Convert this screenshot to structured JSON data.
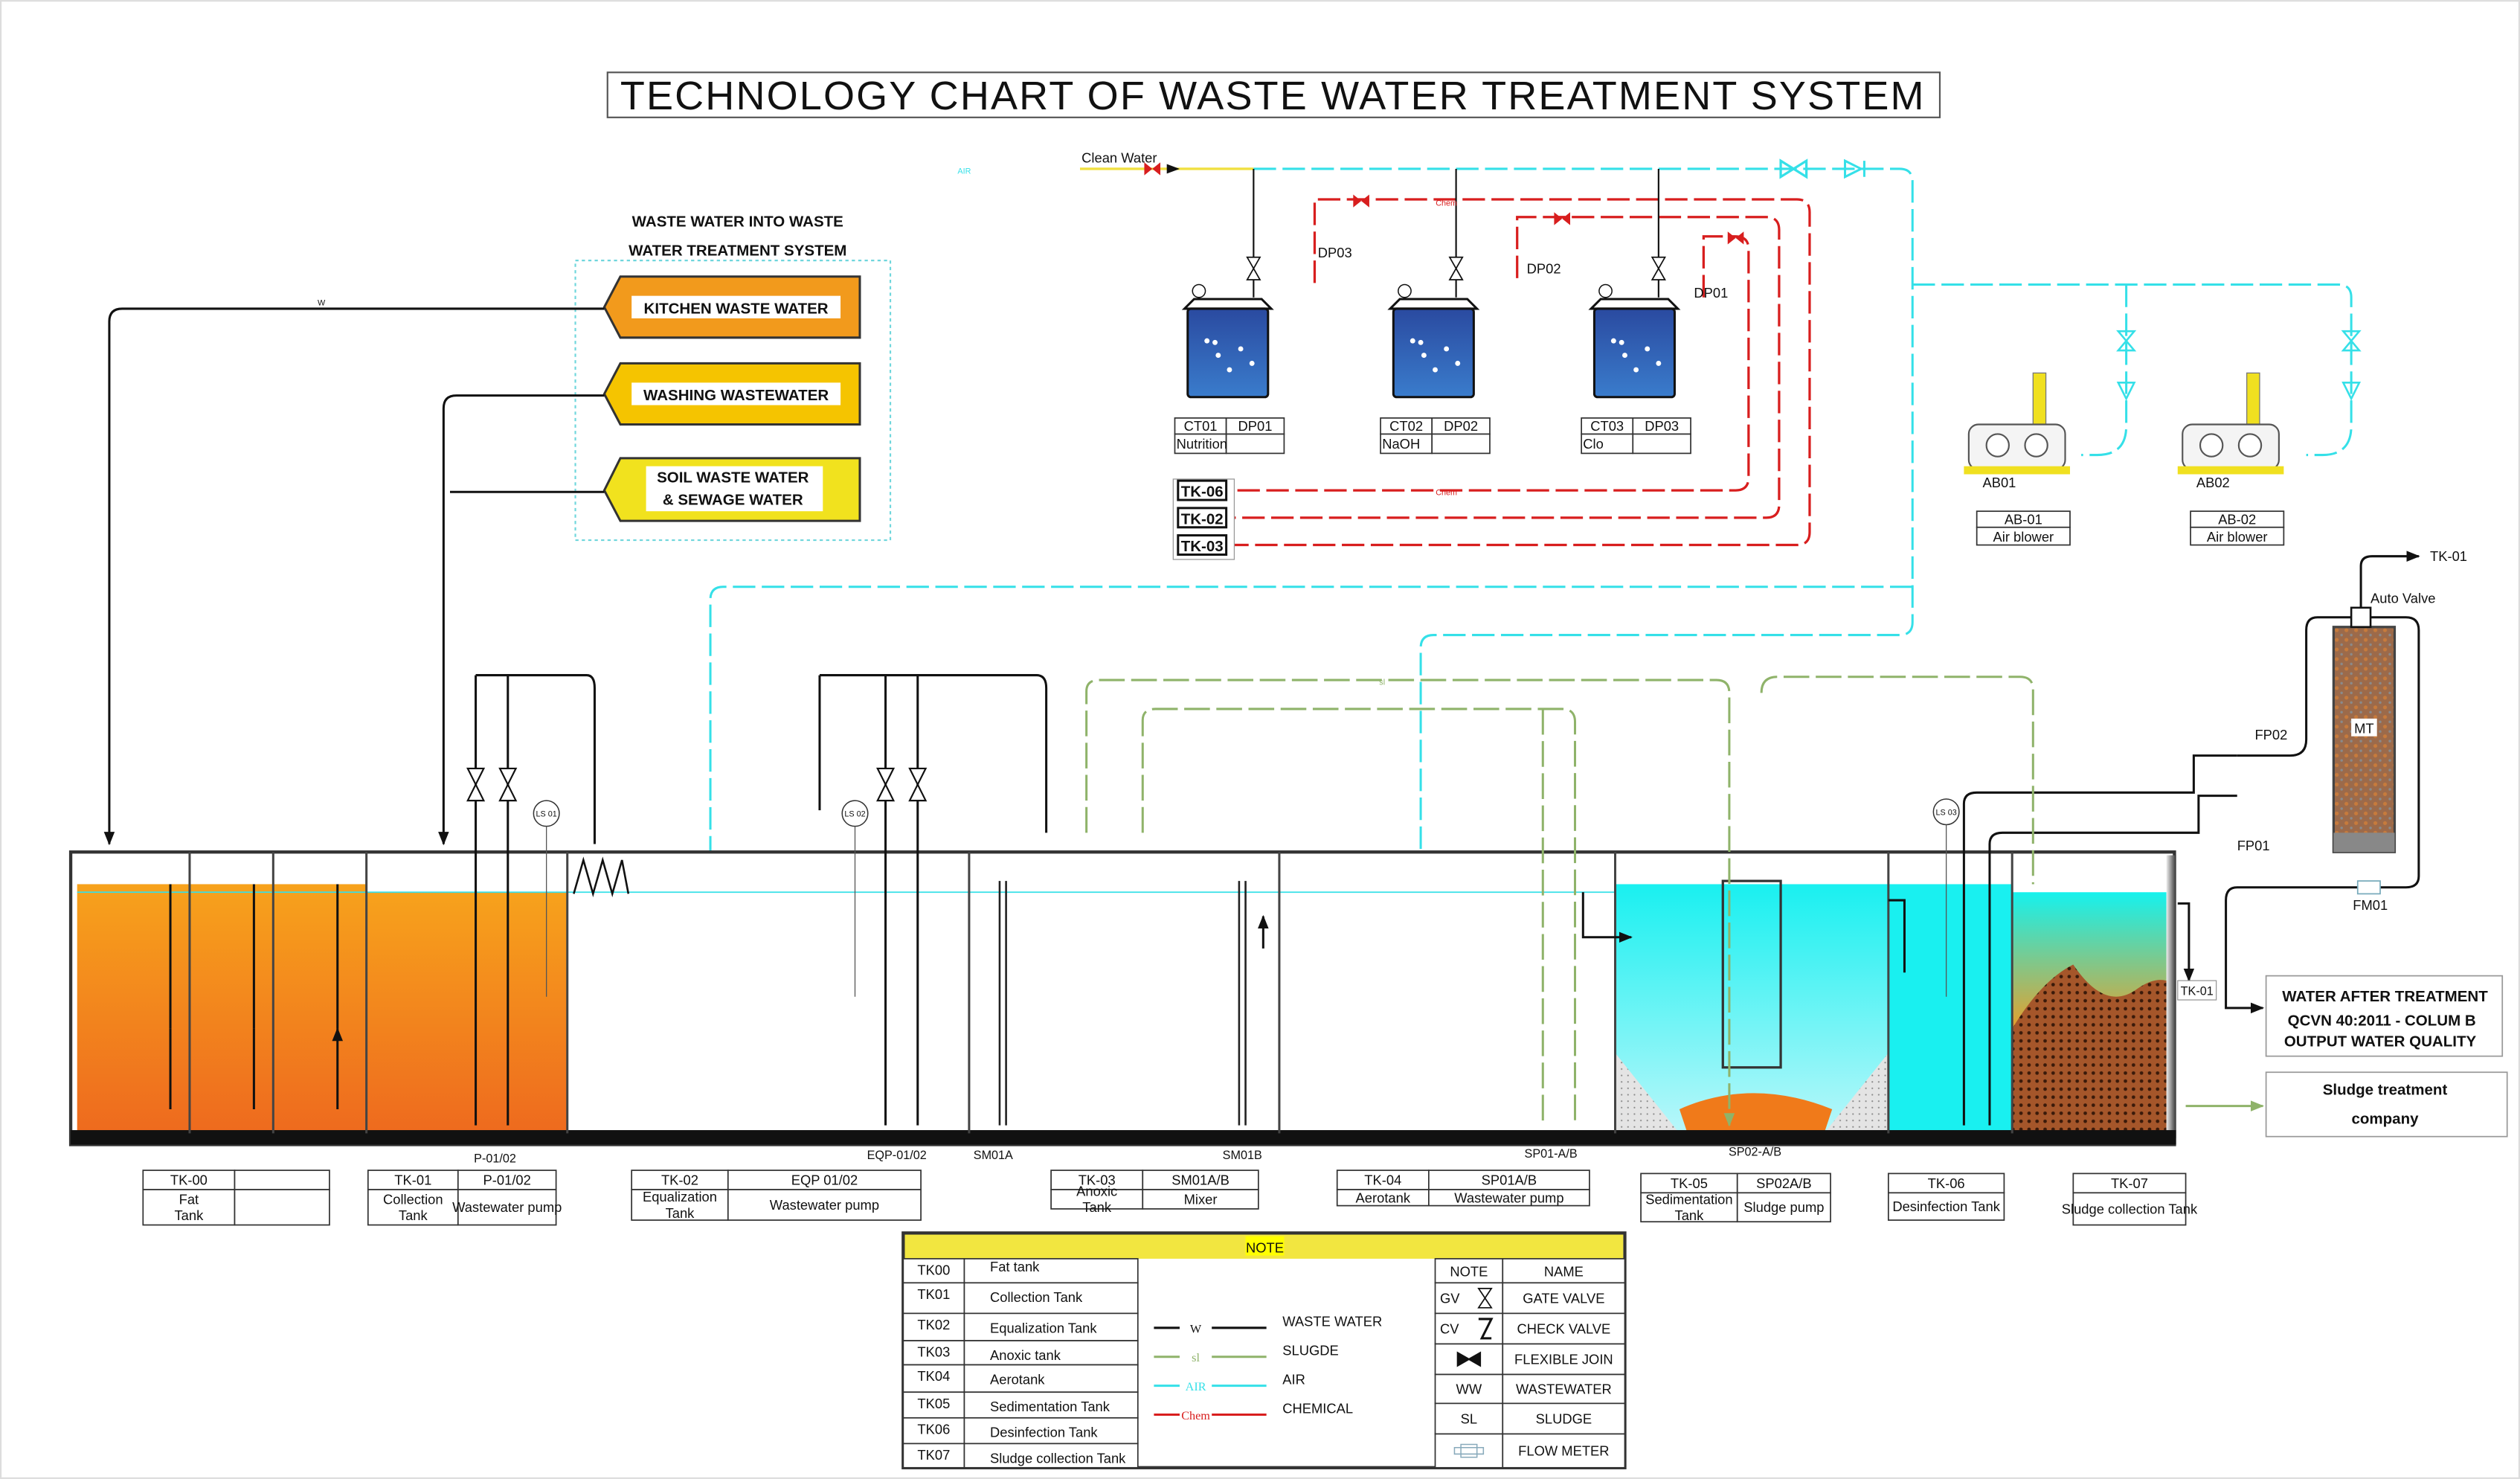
{
  "title": "TECHNOLOGY CHART OF WASTE WATER TREATMENT SYSTEM",
  "inlet": {
    "heading_line1": "WASTE WATER INTO WASTE",
    "heading_line2": "WATER TREATMENT SYSTEM",
    "sources": [
      "KITCHEN WASTE WATER",
      "WASHING WASTEWATER",
      "SOIL WASTE WATER",
      "& SEWAGE WATER"
    ]
  },
  "clean_water_label": "Clean Water",
  "dosing": {
    "pumps": [
      "DP03",
      "DP02",
      "DP01"
    ],
    "tanks": [
      {
        "code": "CT01",
        "pump": "DP01",
        "chemical": "Nutrition"
      },
      {
        "code": "CT02",
        "pump": "DP02",
        "chemical": "NaOH"
      },
      {
        "code": "CT03",
        "pump": "DP03",
        "chemical": "Clo"
      }
    ],
    "targets": [
      "TK-06",
      "TK-02",
      "TK-03"
    ]
  },
  "blowers": [
    {
      "tag": "AB01",
      "code": "AB-01",
      "name": "Air blower"
    },
    {
      "tag": "AB02",
      "code": "AB-02",
      "name": "Air blower"
    }
  ],
  "pipe_labels": {
    "waste": "W",
    "sludge": "sl",
    "air": "AIR",
    "chemical": "Chem"
  },
  "level_switches": [
    "LS 01",
    "LS 02",
    "LS 03"
  ],
  "equipment_labels": {
    "p01": "P-01/02",
    "eqp": "EQP-01/02",
    "sm01a": "SM01A",
    "sm01b": "SM01B",
    "sp01": "SP01-A/B",
    "sp02": "SP02-A/B",
    "tk01_return": "TK-01"
  },
  "filter": {
    "tk01_out": "TK-01",
    "auto_valve": "Auto Valve",
    "column": "MT",
    "fp02": "FP02",
    "fp01": "FP01",
    "flow_meter": "FM01"
  },
  "outputs": {
    "water_line1": "WATER AFTER TREATMENT",
    "water_line2": "QCVN 40:2011 - COLUM B",
    "water_line3": "OUTPUT WATER QUALITY",
    "sludge_line1": "Sludge treatment",
    "sludge_line2": "company"
  },
  "tank_tables": [
    {
      "code": "TK-00",
      "name": "Fat Tank",
      "equip_code": "",
      "equip_name": ""
    },
    {
      "code": "TK-01",
      "name": "Collection Tank",
      "equip_code": "P-01/02",
      "equip_name": "Wastewater pump"
    },
    {
      "code": "TK-02",
      "name": "Equalization Tank",
      "equip_code": "EQP 01/02",
      "equip_name": "Wastewater pump"
    },
    {
      "code": "TK-03",
      "name": "Anoxic Tank",
      "equip_code": "SM01A/B",
      "equip_name": "Mixer"
    },
    {
      "code": "TK-04",
      "name": "Aerotank",
      "equip_code": "SP01A/B",
      "equip_name": "Wastewater pump"
    },
    {
      "code": "TK-05",
      "name": "Sedimentation Tank",
      "equip_code": "SP02A/B",
      "equip_name": "Sludge pump"
    },
    {
      "code": "TK-06",
      "name": "Desinfection Tank"
    },
    {
      "code": "TK-07",
      "name": "Sludge collection Tank"
    }
  ],
  "note": {
    "header": "NOTE",
    "tanks": [
      {
        "code": "TK00",
        "name": "Fat tank"
      },
      {
        "code": "TK01",
        "name": "Collection Tank"
      },
      {
        "code": "TK02",
        "name": "Equalization Tank"
      },
      {
        "code": "TK03",
        "name": "Anoxic tank"
      },
      {
        "code": "TK04",
        "name": "Aerotank"
      },
      {
        "code": "TK05",
        "name": "Sedimentation Tank"
      },
      {
        "code": "TK06",
        "name": "Desinfection Tank"
      },
      {
        "code": "TK07",
        "name": "Sludge collection Tank"
      }
    ],
    "lines": [
      {
        "mark": "W",
        "name": "WASTE WATER",
        "color": "#111111"
      },
      {
        "mark": "sl",
        "name": "SLUGDE",
        "color": "#8fb36a"
      },
      {
        "mark": "AIR",
        "name": "AIR",
        "color": "#35e0e8"
      },
      {
        "mark": "Chem",
        "name": "CHEMICAL",
        "color": "#d81e1e"
      }
    ],
    "symbols_header": {
      "note": "NOTE",
      "name": "NAME"
    },
    "symbols": [
      {
        "note": "GV",
        "icon": "gate-valve",
        "name": "GATE VALVE"
      },
      {
        "note": "CV",
        "icon": "check-valve",
        "name": "CHECK VALVE"
      },
      {
        "note": "",
        "icon": "flexible-joint",
        "name": "FLEXIBLE JOIN"
      },
      {
        "note": "WW",
        "icon": "",
        "name": "WASTEWATER"
      },
      {
        "note": "SL",
        "icon": "",
        "name": "SLUDGE"
      },
      {
        "note": "",
        "icon": "flow-meter",
        "name": "FLOW METER"
      }
    ]
  },
  "colors": {
    "wastewater_orange": "#f07a1a",
    "clean_cyan": "#19f0f0",
    "chemical_blue": "#2f62b8",
    "note_yellow": "#f2e640",
    "inlet_yellow": "#f5c400"
  }
}
